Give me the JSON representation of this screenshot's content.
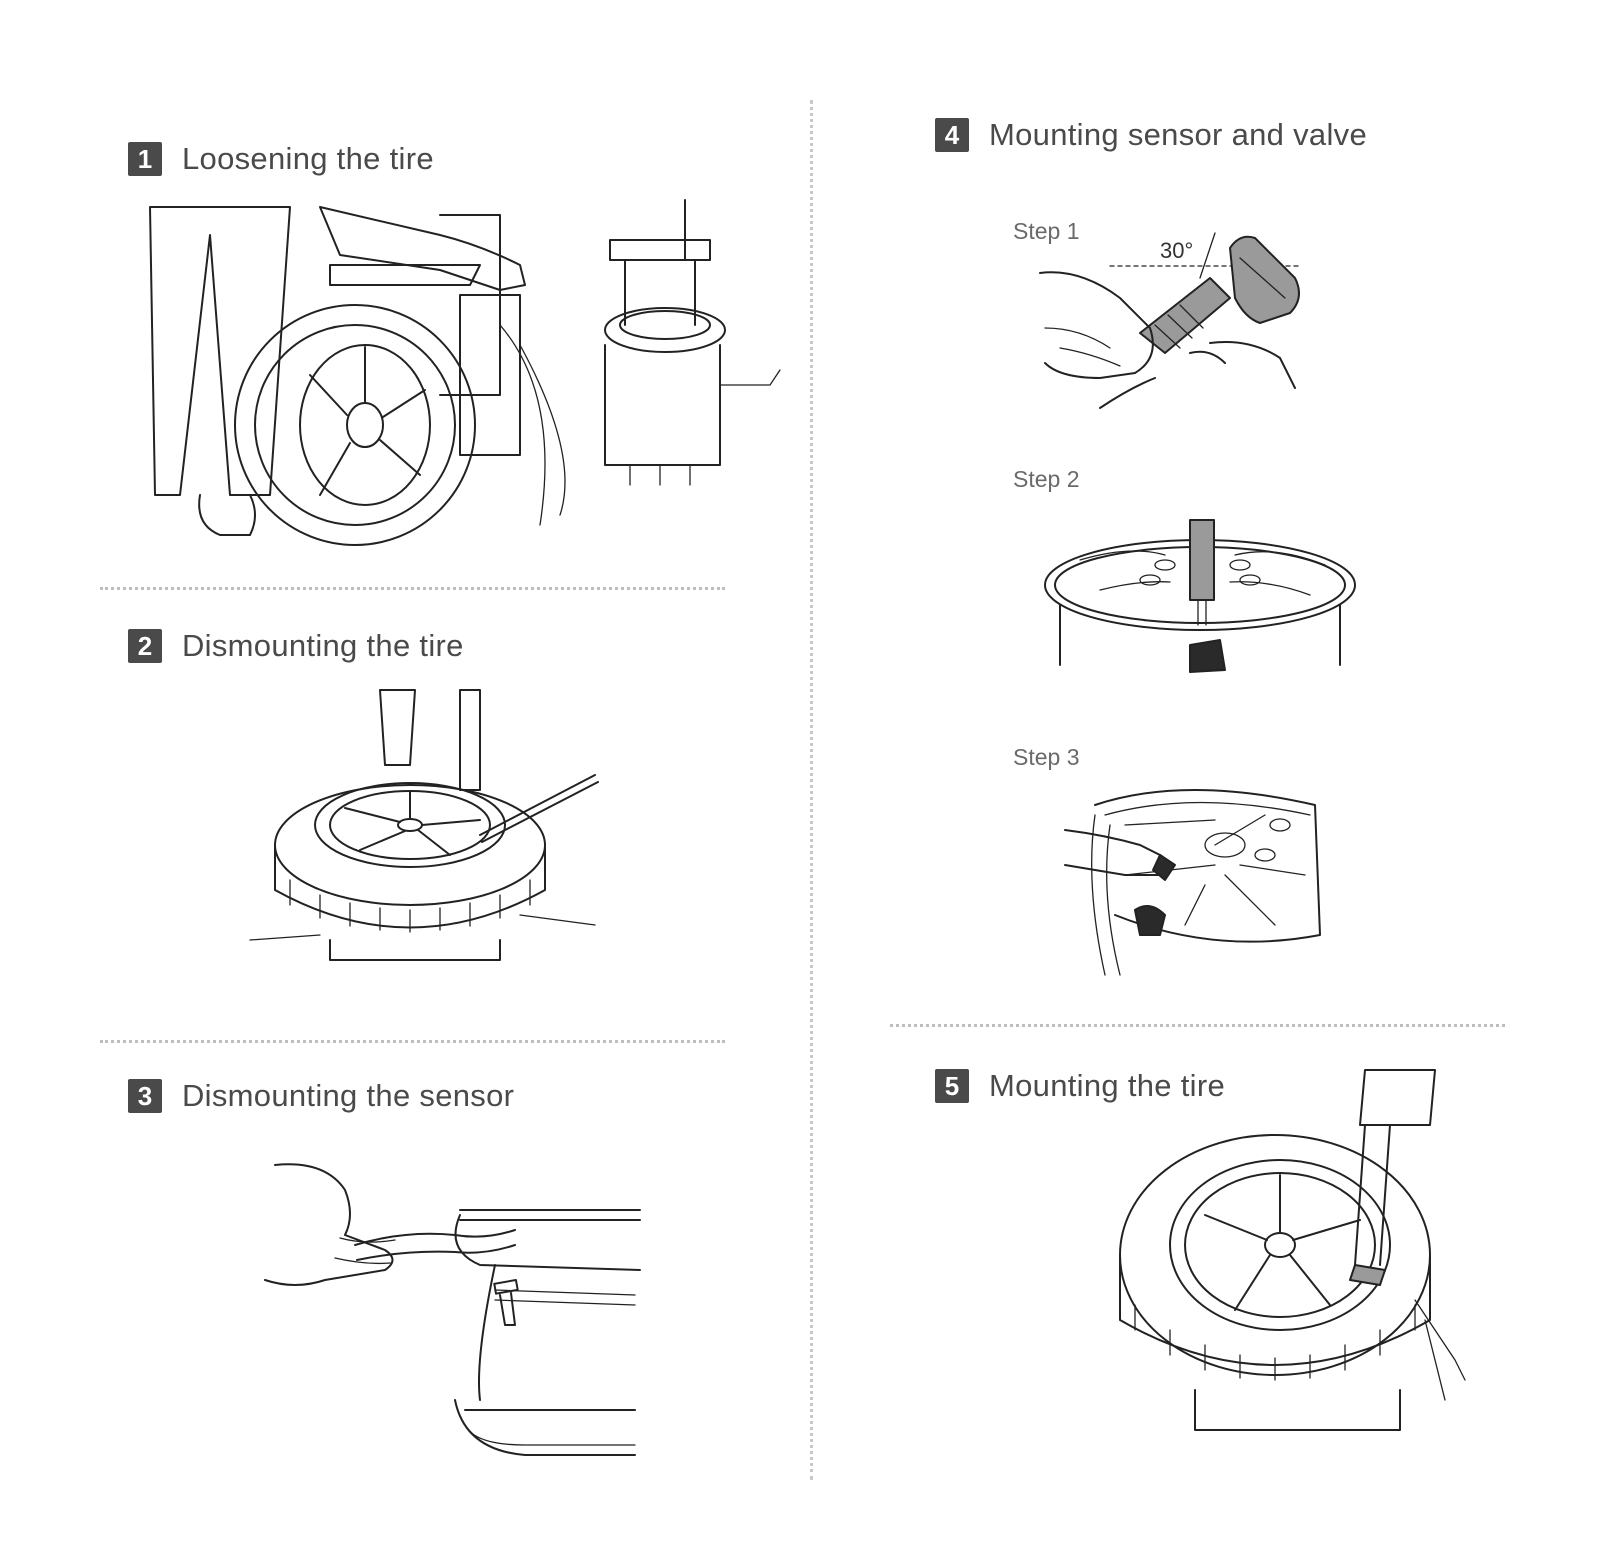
{
  "sections": [
    {
      "number": "1",
      "title": "Loosening the tire"
    },
    {
      "number": "2",
      "title": "Dismounting the tire"
    },
    {
      "number": "3",
      "title": "Dismounting the sensor"
    },
    {
      "number": "4",
      "title": "Mounting sensor and valve"
    },
    {
      "number": "5",
      "title": "Mounting the tire"
    }
  ],
  "steps": [
    "Step 1",
    "Step 2",
    "Step 3"
  ],
  "angle_label": "30°"
}
